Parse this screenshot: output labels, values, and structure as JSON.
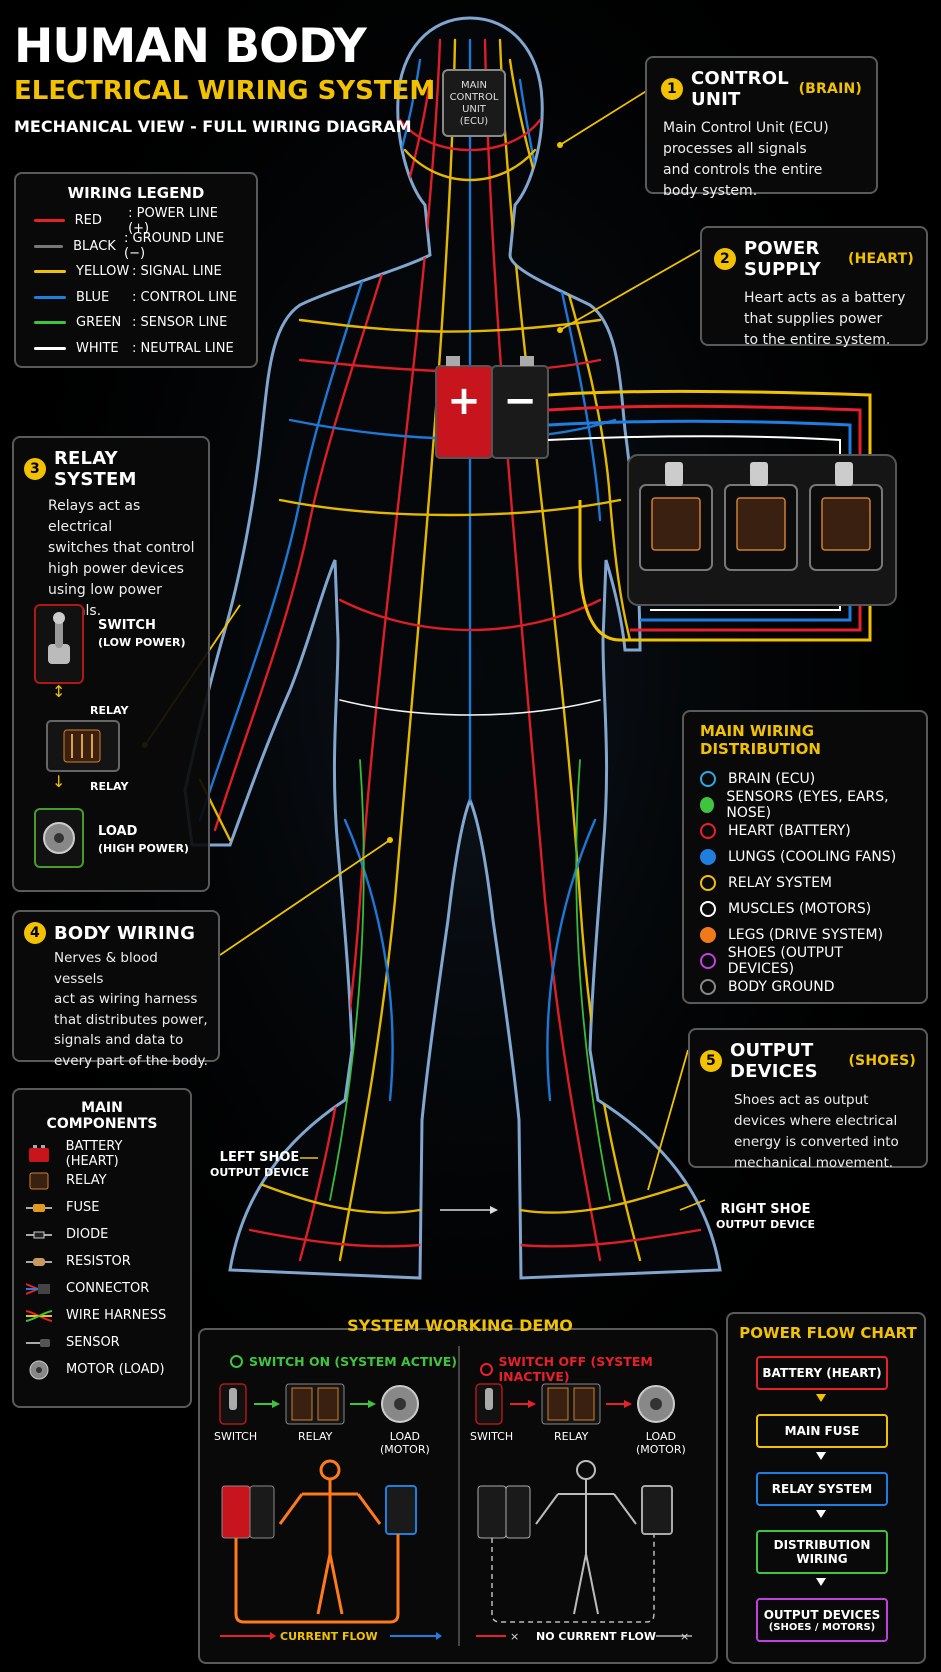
{
  "title": {
    "line1": "HUMAN BODY",
    "line2": "ELECTRICAL WIRING SYSTEM",
    "line3": "MECHANICAL VIEW - FULL WIRING DIAGRAM"
  },
  "ecu_label": [
    "MAIN",
    "CONTROL",
    "UNIT",
    "(ECU)"
  ],
  "battery": {
    "plus": "+",
    "minus": "−"
  },
  "legend": {
    "title": "WIRING LEGEND",
    "items": [
      {
        "name": "RED",
        "desc": ": POWER LINE (+)",
        "color": "#e8202a"
      },
      {
        "name": "BLACK",
        "desc": ": GROUND LINE (−)",
        "color": "#777777"
      },
      {
        "name": "YELLOW",
        "desc": ": SIGNAL LINE",
        "color": "#f2c200"
      },
      {
        "name": "BLUE",
        "desc": ": CONTROL LINE",
        "color": "#1e7fe0"
      },
      {
        "name": "GREEN",
        "desc": ": SENSOR LINE",
        "color": "#3ec43e"
      },
      {
        "name": "WHITE",
        "desc": ": NEUTRAL LINE",
        "color": "#ffffff"
      }
    ]
  },
  "control_unit": {
    "num": "1",
    "title": "CONTROL UNIT",
    "highlight": "(BRAIN)",
    "text": [
      "Main Control Unit (ECU)",
      "processes all signals",
      "and controls the entire",
      "body system."
    ]
  },
  "power_supply": {
    "num": "2",
    "title": "POWER SUPPLY",
    "highlight": "(HEART)",
    "text": [
      "Heart acts as a battery",
      "that supplies power",
      "to the entire system."
    ]
  },
  "relay_system": {
    "num": "3",
    "title": "RELAY SYSTEM",
    "text": [
      "Relays act as electrical",
      "switches that control",
      "high power devices",
      "using low power",
      "signals."
    ],
    "switch_label": "SWITCH",
    "switch_sub": "(LOW POWER)",
    "relay_top": "RELAY",
    "relay_bottom": "RELAY",
    "load_label": "LOAD",
    "load_sub": "(HIGH POWER)"
  },
  "body_wiring": {
    "num": "4",
    "title": "BODY WIRING",
    "text": [
      "Nerves & blood vessels",
      "act as wiring harness",
      "that distributes power,",
      "signals and data to",
      "every part of the body."
    ]
  },
  "output_devices": {
    "num": "5",
    "title": "OUTPUT DEVICES",
    "highlight": "(SHOES)",
    "text": [
      "Shoes act as output",
      "devices where electrical",
      "energy is converted into",
      "mechanical movement."
    ]
  },
  "distribution": {
    "title": "MAIN WIRING DISTRIBUTION",
    "items": [
      {
        "label": "BRAIN (ECU)",
        "color": "#2ea8e6"
      },
      {
        "label": "SENSORS (EYES, EARS, NOSE)",
        "color": "#3ec43e"
      },
      {
        "label": "HEART (BATTERY)",
        "color": "#e8202a"
      },
      {
        "label": "LUNGS (COOLING FANS)",
        "color": "#1e7fe0"
      },
      {
        "label": "RELAY SYSTEM",
        "color": "#f2c200"
      },
      {
        "label": "MUSCLES (MOTORS)",
        "color": "#ffffff"
      },
      {
        "label": "LEGS (DRIVE SYSTEM)",
        "color": "#f07a1a"
      },
      {
        "label": "SHOES (OUTPUT DEVICES)",
        "color": "#c040e0"
      },
      {
        "label": "BODY GROUND",
        "color": "#888888"
      }
    ]
  },
  "components": {
    "title": "MAIN COMPONENTS",
    "items": [
      "BATTERY (HEART)",
      "RELAY",
      "FUSE",
      "DIODE",
      "RESISTOR",
      "CONNECTOR",
      "WIRE HARNESS",
      "SENSOR",
      "MOTOR (LOAD)"
    ]
  },
  "shoes": {
    "left": "LEFT SHOE",
    "left_sub": "OUTPUT DEVICE",
    "right": "RIGHT SHOE",
    "right_sub": "OUTPUT DEVICE"
  },
  "demo": {
    "title": "SYSTEM WORKING DEMO",
    "on_title": "SWITCH ON (SYSTEM ACTIVE)",
    "off_title": "SWITCH OFF (SYSTEM INACTIVE)",
    "switch": "SWITCH",
    "relay": "RELAY",
    "load": "LOAD",
    "load_sub": "(MOTOR)",
    "current_flow": "CURRENT FLOW",
    "no_current_flow": "NO CURRENT FLOW"
  },
  "flow_chart": {
    "title": "POWER FLOW CHART",
    "steps": [
      {
        "l1": "BATTERY (HEART)",
        "l2": "",
        "color": "#e8202a"
      },
      {
        "l1": "MAIN FUSE",
        "l2": "",
        "color": "#f2c200"
      },
      {
        "l1": "RELAY SYSTEM",
        "l2": "",
        "color": "#1e7fe0"
      },
      {
        "l1": "DISTRIBUTION",
        "l2": "WIRING",
        "color": "#3ec43e"
      },
      {
        "l1": "OUTPUT DEVICES",
        "l2": "(SHOES / MOTORS)",
        "color": "#c040e0"
      }
    ]
  }
}
